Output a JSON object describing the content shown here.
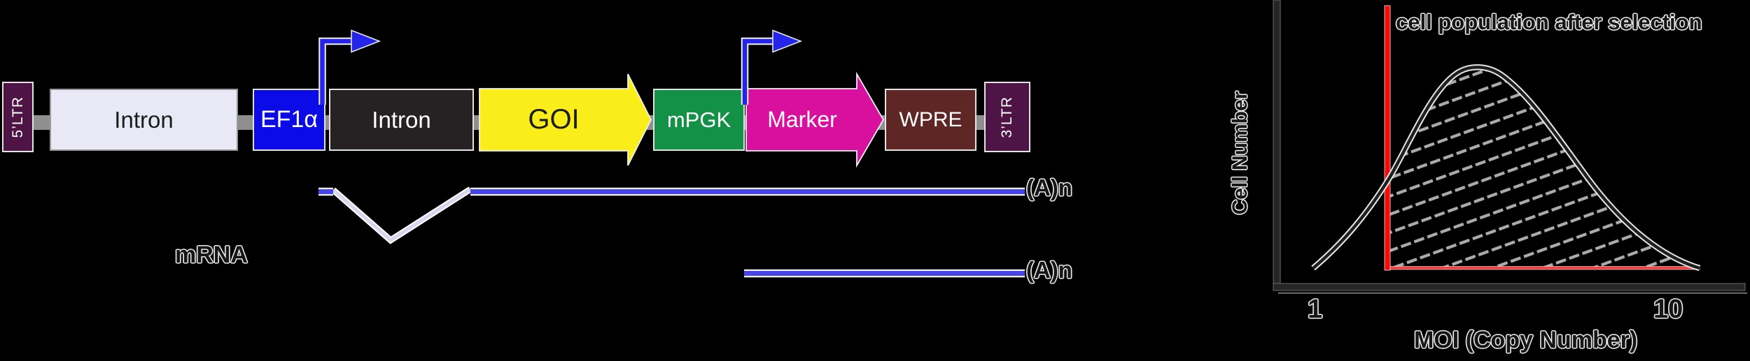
{
  "figure": {
    "background": "#000000"
  },
  "construct": {
    "backbone_color": "#8F8F8F",
    "promoter_arrow_color": "#2525EA",
    "elements": [
      {
        "label": "5’LTR",
        "type": "ltr-box",
        "color": "#4D1445",
        "text_color": "#FFFFFF"
      },
      {
        "label": "Intron",
        "type": "box",
        "color": "#E8E8F6",
        "text_color": "#1C1C1C"
      },
      {
        "label": "EF1α",
        "type": "box",
        "color": "#0B0BE8",
        "text_color": "#FFFFFF"
      },
      {
        "label": "Intron",
        "type": "box",
        "color": "#262223",
        "text_color": "#FFFFFF"
      },
      {
        "label": "GOI",
        "type": "arrow",
        "color": "#F9ED1A",
        "text_color": "#1C1C1C"
      },
      {
        "label": "mPGK",
        "type": "box",
        "color": "#129147",
        "text_color": "#FFFFFF"
      },
      {
        "label": "Marker",
        "type": "arrow",
        "color": "#D90F9E",
        "text_color": "#FFFFFF"
      },
      {
        "label": "WPRE",
        "type": "box",
        "color": "#5E2725",
        "text_color": "#FFFFFF"
      },
      {
        "label": "3’LTR",
        "type": "ltr-box",
        "color": "#4D1445",
        "text_color": "#FFFFFF"
      }
    ]
  },
  "mrna": {
    "section_label": "mRNA",
    "transcript1_polyA": "(A)n",
    "transcript2_polyA": "(A)n",
    "line_color": "#4545E8",
    "splice_color": "#D6D6EE"
  },
  "chart_data": {
    "type": "area",
    "title": "",
    "annotation": "cell population after selection",
    "xlabel": "MOI (Copy Number)",
    "ylabel": "Cell Number",
    "x_tick_labels": [
      "1",
      "10"
    ],
    "x": [
      1,
      1.5,
      2,
      2.5,
      3,
      3.5,
      4,
      4.5,
      5,
      5.5,
      6,
      7,
      8,
      9,
      10,
      10.7
    ],
    "y": [
      0,
      0.05,
      0.15,
      0.3,
      0.47,
      0.65,
      0.82,
      0.94,
      1.0,
      0.97,
      0.88,
      0.62,
      0.37,
      0.17,
      0.05,
      0
    ],
    "ylim": [
      0,
      1.1
    ],
    "selection_threshold_x": 2.8,
    "hatched_region": "area under curve to the right of selection threshold",
    "threshold_color": "#F60909",
    "threshold_baseline_color": "#F24040",
    "curve_color": "#1F1F1F",
    "hatch_color": "#ABABAB",
    "axis_color": "#262626",
    "grid": false,
    "legend": false
  }
}
